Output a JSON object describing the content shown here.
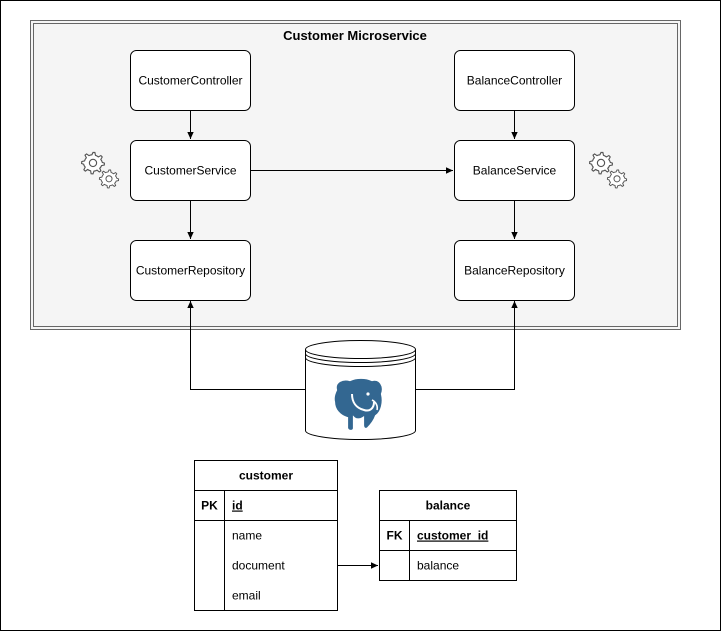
{
  "diagram": {
    "container_title": "Customer Microservice",
    "nodes": {
      "customer_controller": "CustomerController",
      "customer_service": "CustomerService",
      "customer_repository": "CustomerRepository",
      "balance_controller": "BalanceController",
      "balance_service": "BalanceService",
      "balance_repository": "BalanceRepository"
    },
    "database_icon": "postgresql-elephant-icon",
    "service_icon": "gears-icon"
  },
  "tables": {
    "customer": {
      "title": "customer",
      "pk_label": "PK",
      "pk_field": "id",
      "fields": [
        "name",
        "document",
        "email"
      ]
    },
    "balance": {
      "title": "balance",
      "fk_label": "FK",
      "fk_field": "customer_id",
      "fields": [
        "balance"
      ]
    }
  },
  "colors": {
    "container_bg": "#f5f5f5",
    "stroke": "#000000",
    "gear": "#666666",
    "db_blue": "#336791"
  }
}
